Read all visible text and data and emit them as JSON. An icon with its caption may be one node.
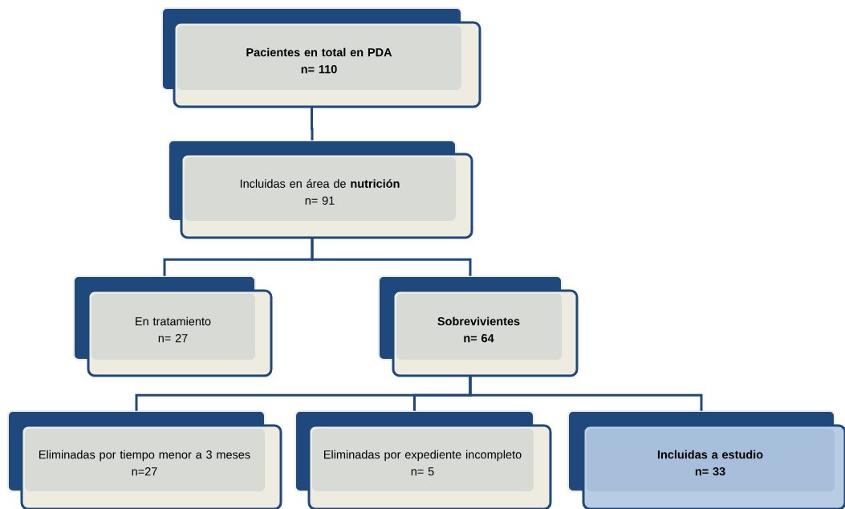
{
  "diagram": {
    "nodes": [
      {
        "text": [
          "Pacientes en total en PDA",
          "n= 110"
        ]
      },
      {
        "text": [
          "Incluidas en  área de **nutrición**",
          "n= 91"
        ]
      },
      {
        "text": [
          "En tratamiento",
          "n= 27"
        ]
      },
      {
        "text": [
          "Sobrevivientes",
          "n= 64"
        ]
      },
      {
        "text": [
          "Eliminadas por tiempo menor a 3 meses",
          "n=27"
        ]
      },
      {
        "text": [
          "Eliminadas por expediente incompleto",
          "n= 5"
        ]
      },
      {
        "text": [
          "Incluidas a estudio",
          "n= 33"
        ]
      }
    ],
    "edges": [
      {
        "from": 0,
        "to": 1,
        "arrow": "none"
      },
      {
        "from": 1,
        "to": 2,
        "arrow": "none"
      },
      {
        "from": 1,
        "to": 3,
        "arrow": "none"
      },
      {
        "from": 3,
        "to": 4,
        "arrow": "none"
      },
      {
        "from": 3,
        "to": 5,
        "arrow": "none"
      },
      {
        "from": 3,
        "to": 6,
        "arrow": "none"
      }
    ]
  }
}
